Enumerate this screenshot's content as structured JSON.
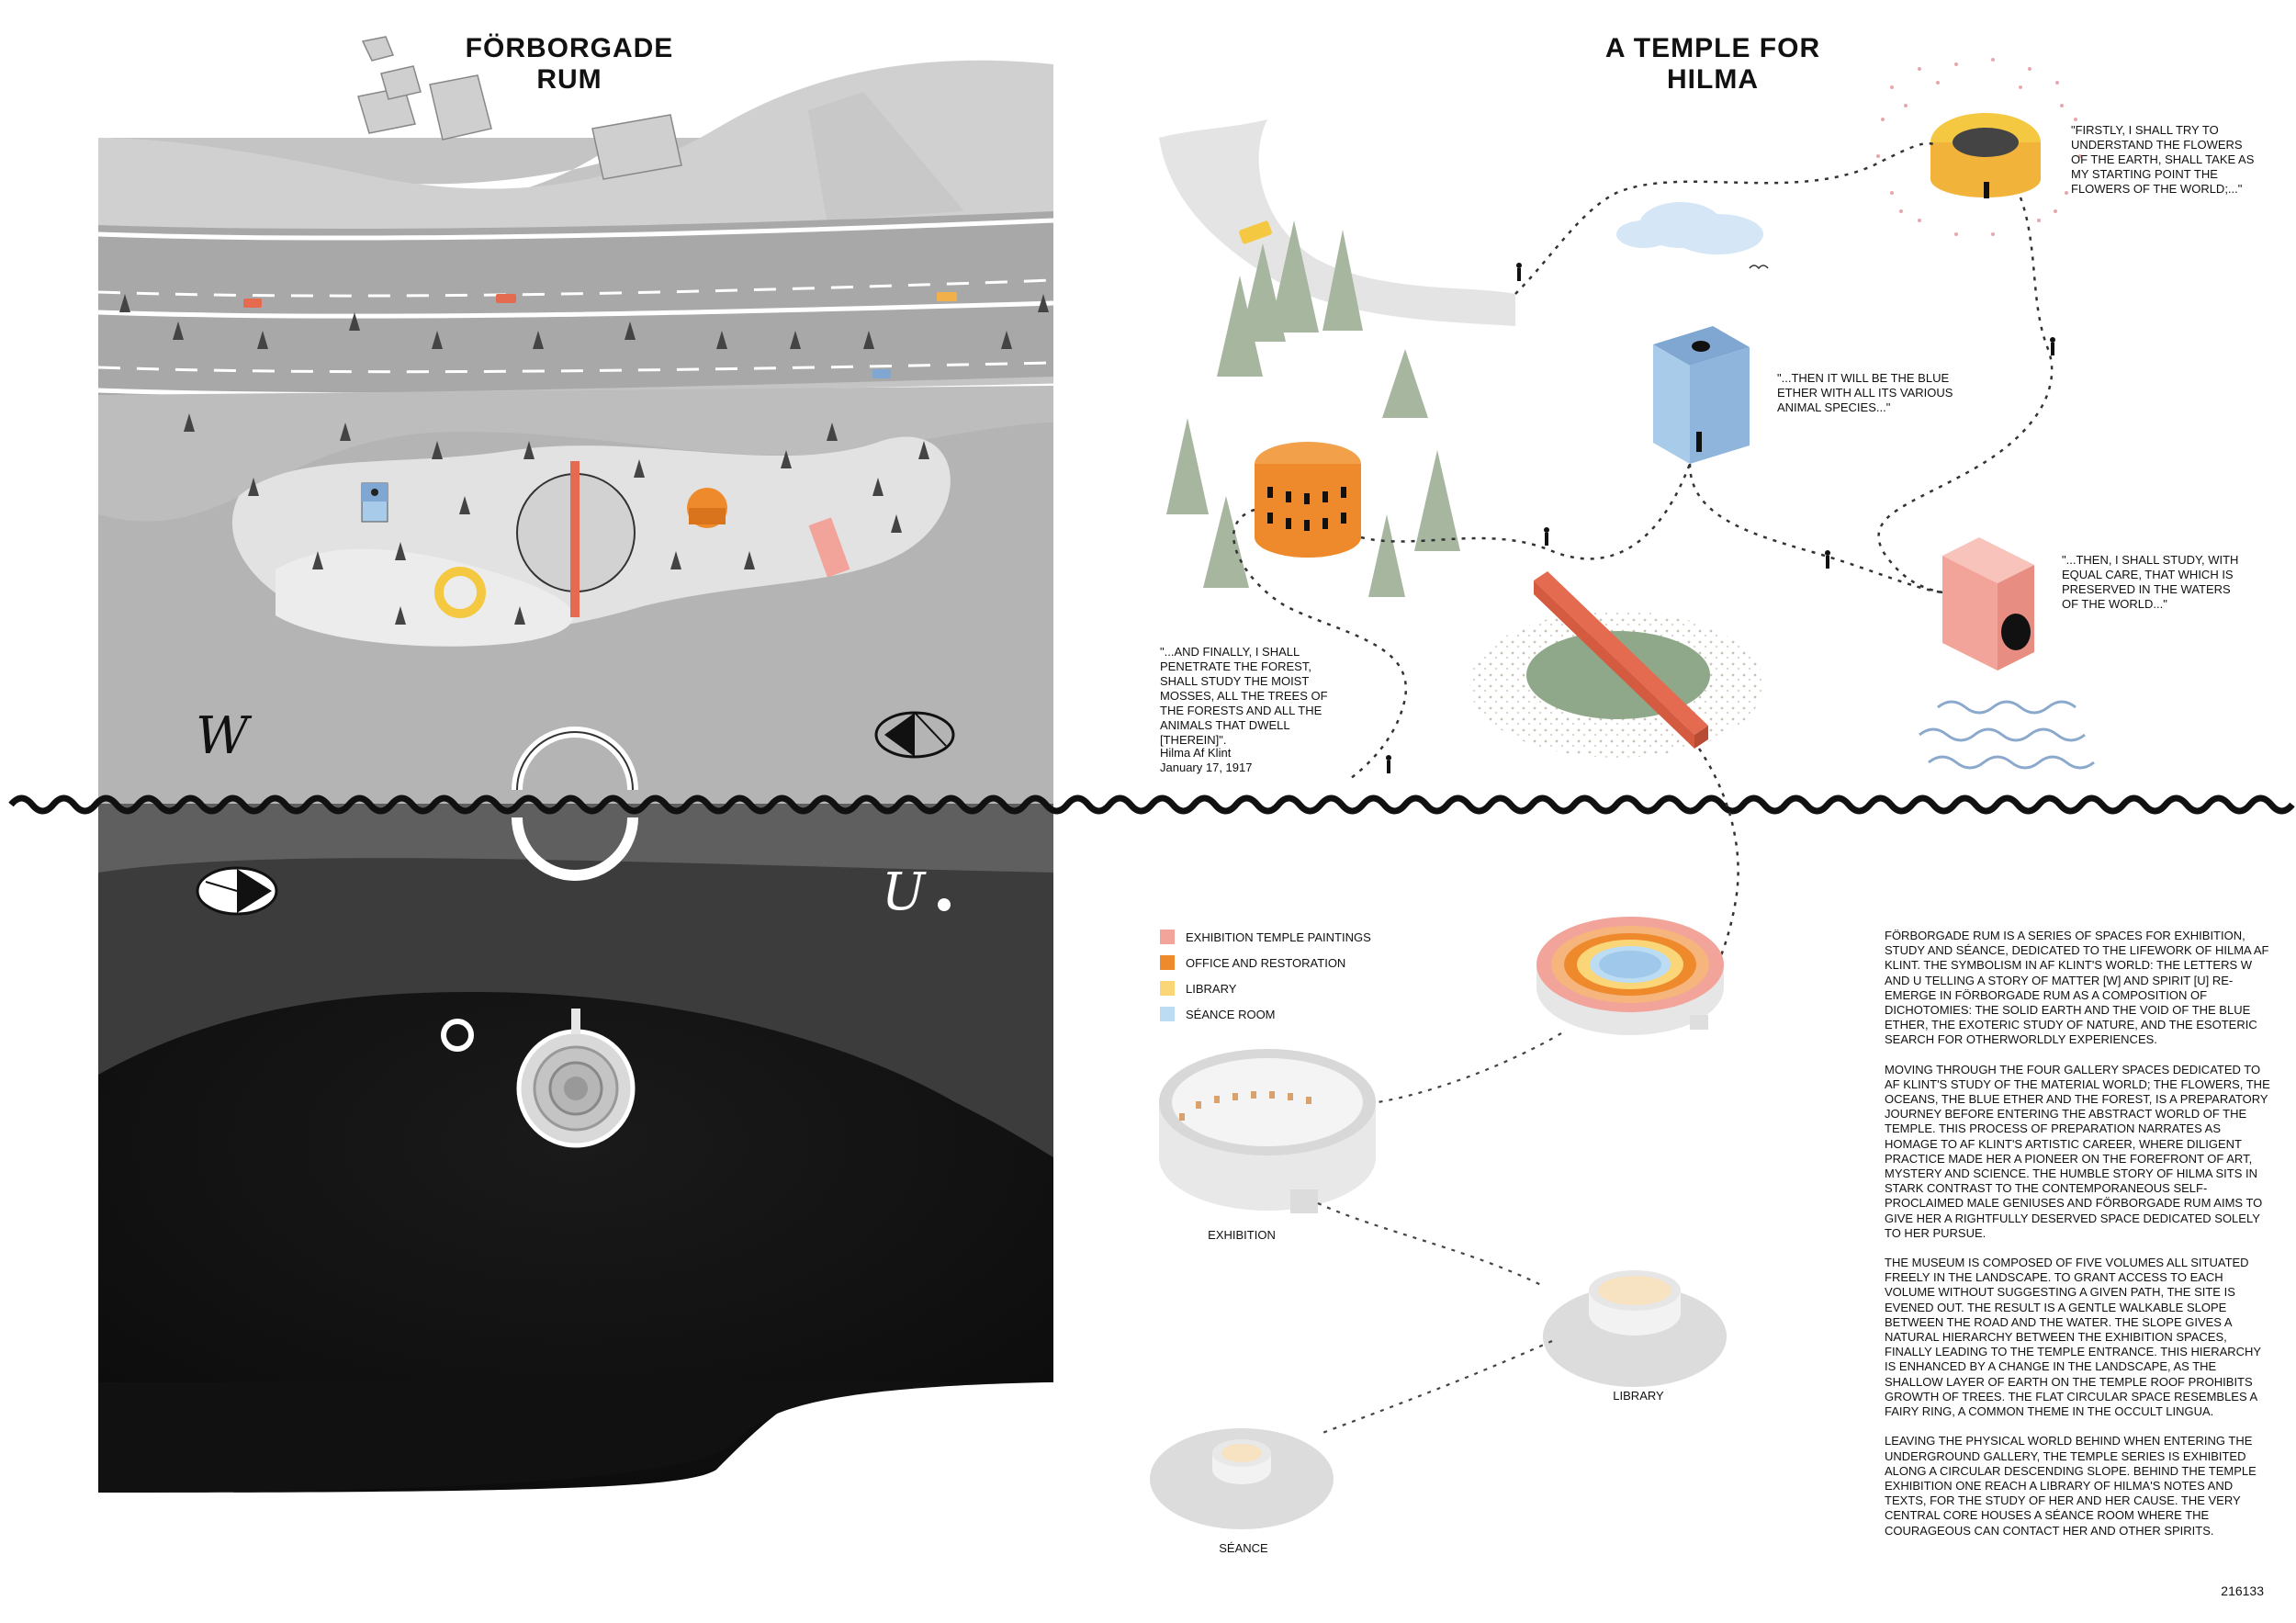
{
  "titles": {
    "left": "FÖRBORGADE RUM",
    "right": "A TEMPLE FOR HILMA"
  },
  "quotes": {
    "flowers": "\"FIRSTLY, I SHALL TRY TO UNDERSTAND THE FLOWERS OF THE EARTH, SHALL TAKE AS MY STARTING POINT THE FLOWERS OF THE WORLD;...\"",
    "ether": "\"...THEN IT WILL BE THE BLUE ETHER WITH ALL ITS VARIOUS ANIMAL SPECIES...\"",
    "waters": "\"...THEN, I SHALL STUDY, WITH EQUAL CARE, THAT WHICH IS PRESERVED IN THE WATERS OF THE WORLD...\"",
    "forest": "\"...AND FINALLY, I SHALL PENETRATE THE FOREST, SHALL STUDY THE MOIST MOSSES, ALL THE TREES OF THE FORESTS AND ALL THE ANIMALS THAT DWELL [THEREIN]\"."
  },
  "signature": {
    "name": "Hilma Af Klint",
    "date": "January 17, 1917"
  },
  "legend": [
    {
      "label": "EXHIBITION TEMPLE PAINTINGS",
      "color": "#f2a49a"
    },
    {
      "label": "OFFICE AND RESTORATION",
      "color": "#ee8a2c"
    },
    {
      "label": "LIBRARY",
      "color": "#fbd679"
    },
    {
      "label": "SÉANCE ROOM",
      "color": "#bcdcf3"
    }
  ],
  "captions": {
    "exhibition": "EXHIBITION",
    "library": "LIBRARY",
    "seance": "SÉANCE"
  },
  "body": [
    "FÖRBORGADE RUM IS A SERIES OF SPACES FOR EXHIBITION, STUDY AND SÉANCE, DEDICATED TO THE LIFEWORK OF HILMA AF KLINT. THE SYMBOLISM IN AF KLINT'S WORLD: THE LETTERS W AND U TELLING A STORY OF MATTER [W] AND SPIRIT [U] RE-EMERGE IN FÖRBORGADE RUM AS A COMPOSITION OF DICHOTOMIES: THE SOLID EARTH AND THE VOID OF THE BLUE ETHER, THE EXOTERIC STUDY OF NATURE, AND THE ESOTERIC SEARCH FOR OTHERWORLDLY EXPERIENCES.",
    "MOVING THROUGH THE FOUR GALLERY SPACES DEDICATED TO AF KLINT'S STUDY OF THE MATERIAL WORLD; THE FLOWERS, THE OCEANS, THE BLUE ETHER AND THE FOREST, IS A PREPARATORY JOURNEY BEFORE ENTERING THE ABSTRACT WORLD OF THE TEMPLE. THIS PROCESS OF PREPARATION NARRATES AS HOMAGE TO AF KLINT'S ARTISTIC CAREER, WHERE DILIGENT PRACTICE MADE HER A PIONEER ON THE FOREFRONT OF ART, MYSTERY AND SCIENCE. THE HUMBLE STORY OF HILMA SITS IN STARK CONTRAST TO THE CONTEMPORANEOUS SELF-PROCLAIMED MALE GENIUSES AND FÖRBORGADE RUM AIMS TO GIVE HER A RIGHTFULLY DESERVED SPACE DEDICATED SOLELY TO HER PURSUE.",
    "THE MUSEUM IS COMPOSED OF FIVE VOLUMES ALL SITUATED FREELY IN THE LANDSCAPE. TO GRANT ACCESS TO EACH VOLUME WITHOUT SUGGESTING A GIVEN PATH, THE SITE IS EVENED OUT. THE RESULT IS A GENTLE WALKABLE SLOPE BETWEEN THE ROAD AND THE WATER. THE SLOPE GIVES A NATURAL HIERARCHY BETWEEN THE EXHIBITION SPACES, FINALLY LEADING TO THE TEMPLE ENTRANCE. THIS HIERARCHY IS ENHANCED BY A CHANGE IN THE LANDSCAPE, AS THE SHALLOW LAYER OF EARTH ON THE TEMPLE ROOF PROHIBITS GROWTH OF TREES. THE FLAT CIRCULAR SPACE RESEMBLES A FAIRY RING, A COMMON THEME IN THE OCCULT LINGUA.",
    "LEAVING THE PHYSICAL WORLD BEHIND WHEN ENTERING THE UNDERGROUND GALLERY, THE TEMPLE SERIES IS EXHIBITED ALONG A CIRCULAR DESCENDING SLOPE. BEHIND THE TEMPLE EXHIBITION ONE REACH A LIBRARY OF HILMA'S NOTES AND TEXTS, FOR THE STUDY OF HER AND HER CAUSE. THE VERY CENTRAL CORE HOUSES A SÉANCE ROOM WHERE THE COURAGEOUS CAN CONTACT HER AND OTHER SPIRITS."
  ],
  "symbols": {
    "w_upper": "W",
    "u_lower": "U"
  },
  "code": "216133"
}
